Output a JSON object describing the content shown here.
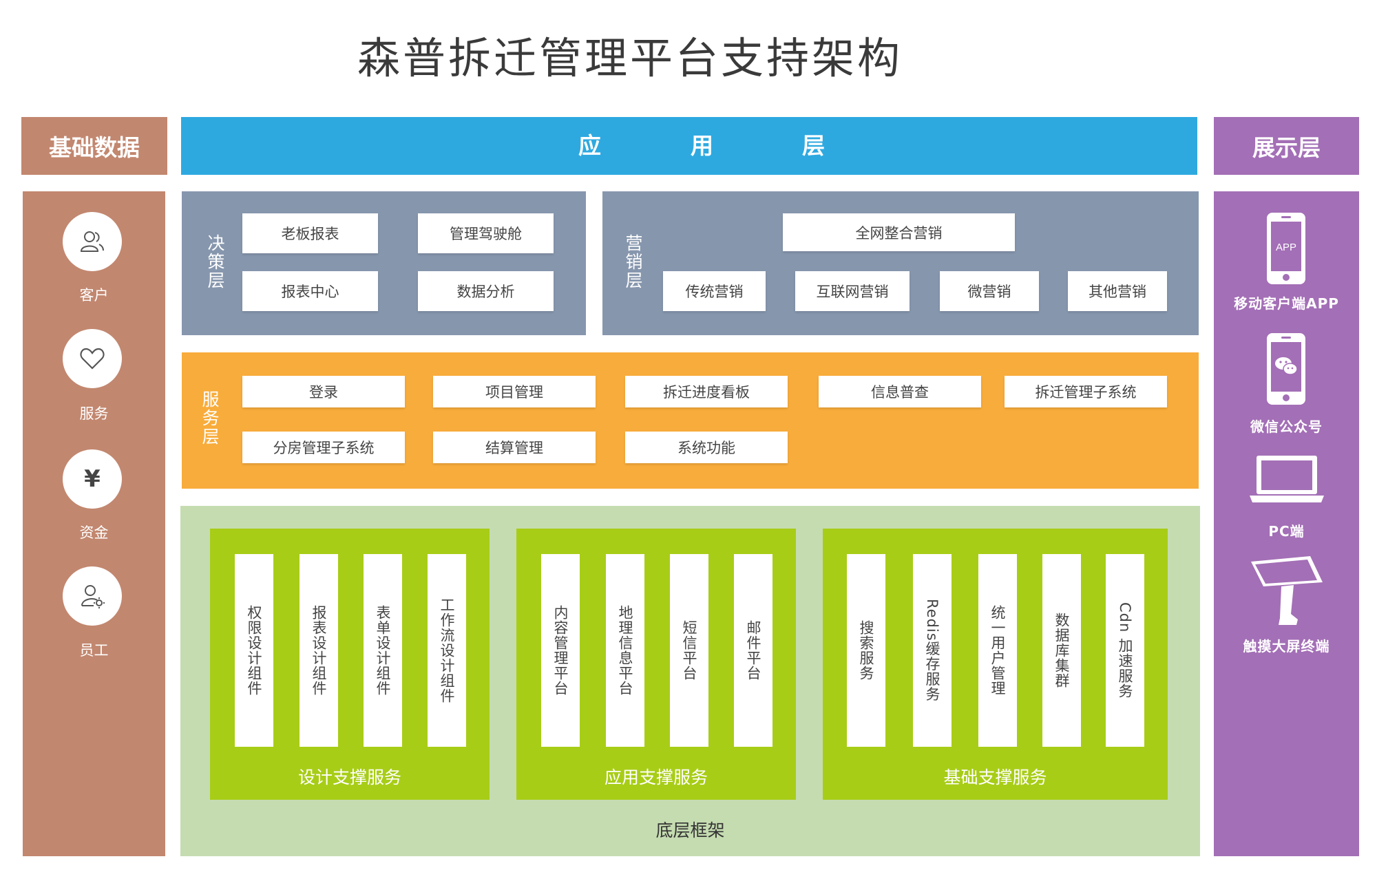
{
  "title": "森普拆迁管理平台支持架构",
  "headers": {
    "left": "基础数据",
    "app": [
      "应",
      "用",
      "层"
    ],
    "right": "展示层"
  },
  "basic_data": {
    "items": [
      {
        "label": "客户",
        "icon": "users-icon"
      },
      {
        "label": "服务",
        "icon": "heart-icon"
      },
      {
        "label": "资金",
        "icon": "yen-icon"
      },
      {
        "label": "员工",
        "icon": "user-gear-icon"
      }
    ],
    "yen_symbol": "¥"
  },
  "decision_layer": {
    "label": "决策层",
    "items": [
      "老板报表",
      "管理驾驶舱",
      "报表中心",
      "数据分析"
    ]
  },
  "marketing_layer": {
    "label": "营销层",
    "top": "全网整合营销",
    "items": [
      "传统营销",
      "互联网营销",
      "微营销",
      "其他营销"
    ]
  },
  "service_layer": {
    "label": "服务层",
    "row1": [
      "登录",
      "项目管理",
      "拆迁进度看板",
      "信息普查",
      "拆迁管理子系统"
    ],
    "row2": [
      "分房管理子系统",
      "结算管理",
      "系统功能"
    ]
  },
  "base_framework": {
    "label": "底层框架",
    "groups": [
      {
        "label": "设计支撑服务",
        "items": [
          "权限设计组件",
          "报表设计组件",
          "表单设计组件",
          "工作流设计组件"
        ]
      },
      {
        "label": "应用支撑服务",
        "items": [
          "内容管理平台",
          "地理信息平台",
          "短信平台",
          "邮件平台"
        ]
      },
      {
        "label": "基础支撑服务",
        "items": [
          "搜索服务",
          "Redis缓存服务",
          "统一用户管理",
          "数据库集群",
          "Cdn 加速服务"
        ]
      }
    ]
  },
  "display_layer": {
    "items": [
      {
        "label": "移动客户端APP",
        "icon": "phone-app-icon"
      },
      {
        "label": "微信公众号",
        "icon": "phone-wechat-icon"
      },
      {
        "label": "PC端",
        "icon": "laptop-icon"
      },
      {
        "label": "触摸大屏终端",
        "icon": "kiosk-icon"
      }
    ],
    "app_icon_text": "APP"
  },
  "colors": {
    "basic": "#c2876f",
    "app_header": "#2ea9e0",
    "display": "#a36fb6",
    "decision_marketing": "#8696ad",
    "service": "#f8ac3b",
    "framework": "#c5dcb1",
    "framework_group": "#a8cd17"
  }
}
